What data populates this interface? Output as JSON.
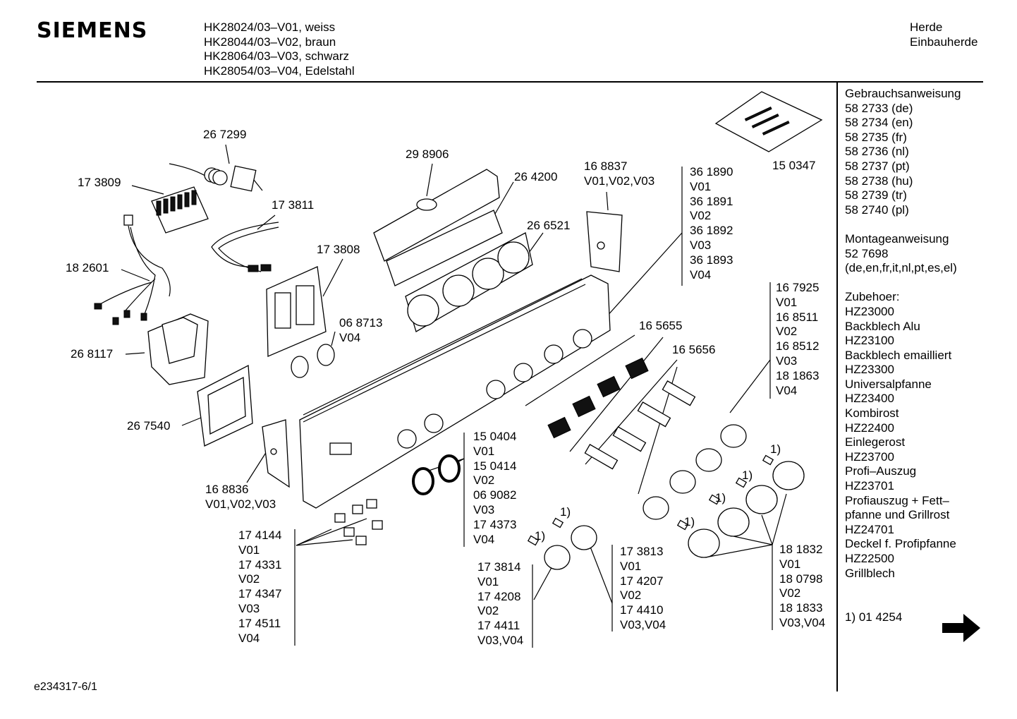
{
  "brand": "SIEMENS",
  "models": [
    "HK28024/03–V01, weiss",
    "HK28044/03–V02, braun",
    "HK28064/03–V03, schwarz",
    "HK28054/03–V04, Edelstahl"
  ],
  "category": [
    "Herde",
    "Einbauherde"
  ],
  "sidebar": {
    "lines": [
      "Gebrauchsanweisung",
      "58 2733 (de)",
      "58 2734 (en)",
      "58 2735 (fr)",
      "58 2736 (nl)",
      "58 2737 (pt)",
      "58 2738 (hu)",
      "58 2739 (tr)",
      "58 2740 (pl)",
      "",
      "Montageanweisung",
      "52 7698",
      "(de,en,fr,it,nl,pt,es,el)",
      "",
      "Zubehoer:",
      "HZ23000",
      "Backblech Alu",
      "HZ23100",
      "Backblech emailliert",
      "HZ23300",
      "Universalpfanne",
      "HZ23400",
      "Kombirost",
      "HZ22400",
      "Einlegerost",
      "HZ23700",
      "Profi–Auszug",
      "HZ23701",
      "Profiauszug + Fett–",
      "pfanne und Grillrost",
      "HZ24701",
      "Deckel f. Profipfanne",
      "HZ22500",
      "Grillblech"
    ],
    "footnote": "1) 01 4254",
    "arrow_icon": "right-arrow-icon"
  },
  "doc_id": "e234317-6/1",
  "part_labels": [
    {
      "id": "267299",
      "lines": [
        "26 7299"
      ]
    },
    {
      "id": "173809",
      "lines": [
        "17 3809"
      ]
    },
    {
      "id": "173811",
      "lines": [
        "17 3811"
      ]
    },
    {
      "id": "298906",
      "lines": [
        "29 8906"
      ]
    },
    {
      "id": "264200",
      "lines": [
        "26 4200"
      ]
    },
    {
      "id": "168837",
      "lines": [
        "16 8837",
        "V01,V02,V03"
      ]
    },
    {
      "id": "361890",
      "lines": [
        "36 1890",
        "V01",
        "36 1891",
        "V02",
        "36 1892",
        "V03",
        "36 1893",
        "V04"
      ]
    },
    {
      "id": "150347",
      "lines": [
        "15 0347"
      ]
    },
    {
      "id": "266521",
      "lines": [
        "26 6521"
      ]
    },
    {
      "id": "173808",
      "lines": [
        "17 3808"
      ]
    },
    {
      "id": "182601",
      "lines": [
        "18 2601"
      ]
    },
    {
      "id": "068713",
      "lines": [
        "06 8713",
        "V04"
      ]
    },
    {
      "id": "268117",
      "lines": [
        "26 8117"
      ]
    },
    {
      "id": "167925",
      "lines": [
        "16 7925",
        "V01",
        "16 8511",
        "V02",
        "16 8512",
        "V03",
        "18 1863",
        "V04"
      ]
    },
    {
      "id": "165655",
      "lines": [
        "16 5655"
      ]
    },
    {
      "id": "165656",
      "lines": [
        "16 5656"
      ]
    },
    {
      "id": "267540",
      "lines": [
        "26 7540"
      ]
    },
    {
      "id": "150404",
      "lines": [
        "15 0404",
        "V01",
        "15 0414",
        "V02",
        "06 9082",
        "V03",
        "17 4373",
        "V04"
      ]
    },
    {
      "id": "168836",
      "lines": [
        "16 8836",
        "V01,V02,V03"
      ]
    },
    {
      "id": "174144",
      "lines": [
        "17 4144",
        "V01",
        "17 4331",
        "V02",
        "17 4347",
        "V03",
        "17 4511",
        "V04"
      ]
    },
    {
      "id": "173814",
      "lines": [
        "17 3814",
        "V01",
        "17 4208",
        "V02",
        "17 4411",
        "V03,V04"
      ]
    },
    {
      "id": "173813",
      "lines": [
        "17 3813",
        "V01",
        "17 4207",
        "V02",
        "17 4410",
        "V03,V04"
      ]
    },
    {
      "id": "181832",
      "lines": [
        "18 1832",
        "V01",
        "18 0798",
        "V02",
        "18 1833",
        "V03,V04"
      ]
    }
  ],
  "footnote_markers": [
    "1)",
    "1)",
    "1)",
    "1)",
    "1)",
    "1)"
  ]
}
